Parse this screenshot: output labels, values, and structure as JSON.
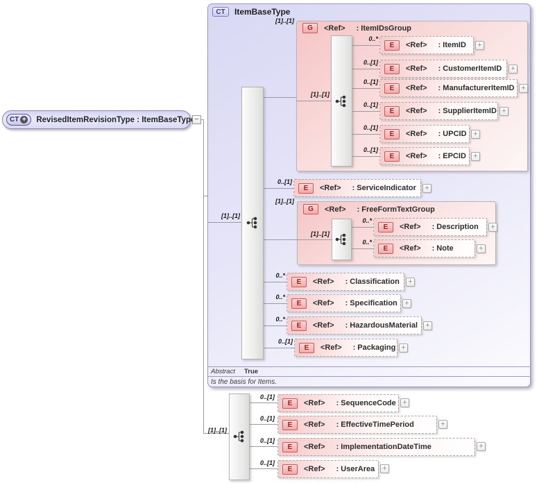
{
  "colors": {
    "panel_fill": "#e2e1f7",
    "group_fill": "#f5c6c6",
    "element_fill": "#f6caca",
    "element_badge_border": "#c25d5d",
    "ct_badge_text": "#39398f",
    "connector_line": "#9a9aa6"
  },
  "root_box": {
    "badge": "CT",
    "badge_plus": "+",
    "title": "RevisedItemRevisionType : ItemBaseType",
    "collapse": "−"
  },
  "panel": {
    "badge": "CT",
    "title": "ItemBaseType",
    "seq_card": "[1]..[1]",
    "footer": {
      "abstract_label": "Abstract",
      "abstract_value": "True",
      "note": "Is the basis for Items."
    }
  },
  "group_itemids": {
    "card": "[1]..[1]",
    "badge": "G",
    "ref": "<Ref>",
    "name": ": ItemIDsGroup",
    "seq_card": "[1]..[1]",
    "items": [
      {
        "card": "0..*",
        "badge": "E",
        "ref": "<Ref>",
        "name": ": ItemID",
        "expand": "+"
      },
      {
        "card": "0..[1]",
        "badge": "E",
        "ref": "<Ref>",
        "name": ": CustomerItemID",
        "expand": "+"
      },
      {
        "card": "0..[1]",
        "badge": "E",
        "ref": "<Ref>",
        "name": ": ManufacturerItemID",
        "expand": "+"
      },
      {
        "card": "0..[1]",
        "badge": "E",
        "ref": "<Ref>",
        "name": ": SupplierItemID",
        "expand": "+"
      },
      {
        "card": "0..[1]",
        "badge": "E",
        "ref": "<Ref>",
        "name": ": UPCID",
        "expand": "+"
      },
      {
        "card": "0..[1]",
        "badge": "E",
        "ref": "<Ref>",
        "name": ": EPCID",
        "expand": "+"
      }
    ]
  },
  "service_indicator": {
    "card": "0..[1]",
    "badge": "E",
    "ref": "<Ref>",
    "name": ": ServiceIndicator",
    "expand": "+"
  },
  "group_freeform": {
    "card": "[1]..[1]",
    "badge": "G",
    "ref": "<Ref>",
    "name": ": FreeFormTextGroup",
    "seq_card": "[1]..[1]",
    "items": [
      {
        "card": "0..*",
        "badge": "E",
        "ref": "<Ref>",
        "name": ": Description",
        "expand": "+"
      },
      {
        "card": "0..*",
        "badge": "E",
        "ref": "<Ref>",
        "name": ": Note",
        "expand": "+"
      }
    ]
  },
  "panel_items": [
    {
      "card": "0..*",
      "badge": "E",
      "ref": "<Ref>",
      "name": ": Classification",
      "expand": "+"
    },
    {
      "card": "0..*",
      "badge": "E",
      "ref": "<Ref>",
      "name": ": Specification",
      "expand": "+"
    },
    {
      "card": "0..*",
      "badge": "E",
      "ref": "<Ref>",
      "name": ": HazardousMaterial",
      "expand": "+"
    },
    {
      "card": "0..[1]",
      "badge": "E",
      "ref": "<Ref>",
      "name": ": Packaging",
      "expand": "+"
    }
  ],
  "bottom": {
    "seq_card": "[1]..[1]",
    "items": [
      {
        "card": "0..[1]",
        "badge": "E",
        "ref": "<Ref>",
        "name": ": SequenceCode",
        "expand": "+"
      },
      {
        "card": "0..[1]",
        "badge": "E",
        "ref": "<Ref>",
        "name": ": EffectiveTimePeriod",
        "expand": "+"
      },
      {
        "card": "0..[1]",
        "badge": "E",
        "ref": "<Ref>",
        "name": ": ImplementationDateTime",
        "expand": "+"
      },
      {
        "card": "0..[1]",
        "badge": "E",
        "ref": "<Ref>",
        "name": ": UserArea",
        "expand": "+"
      }
    ]
  }
}
